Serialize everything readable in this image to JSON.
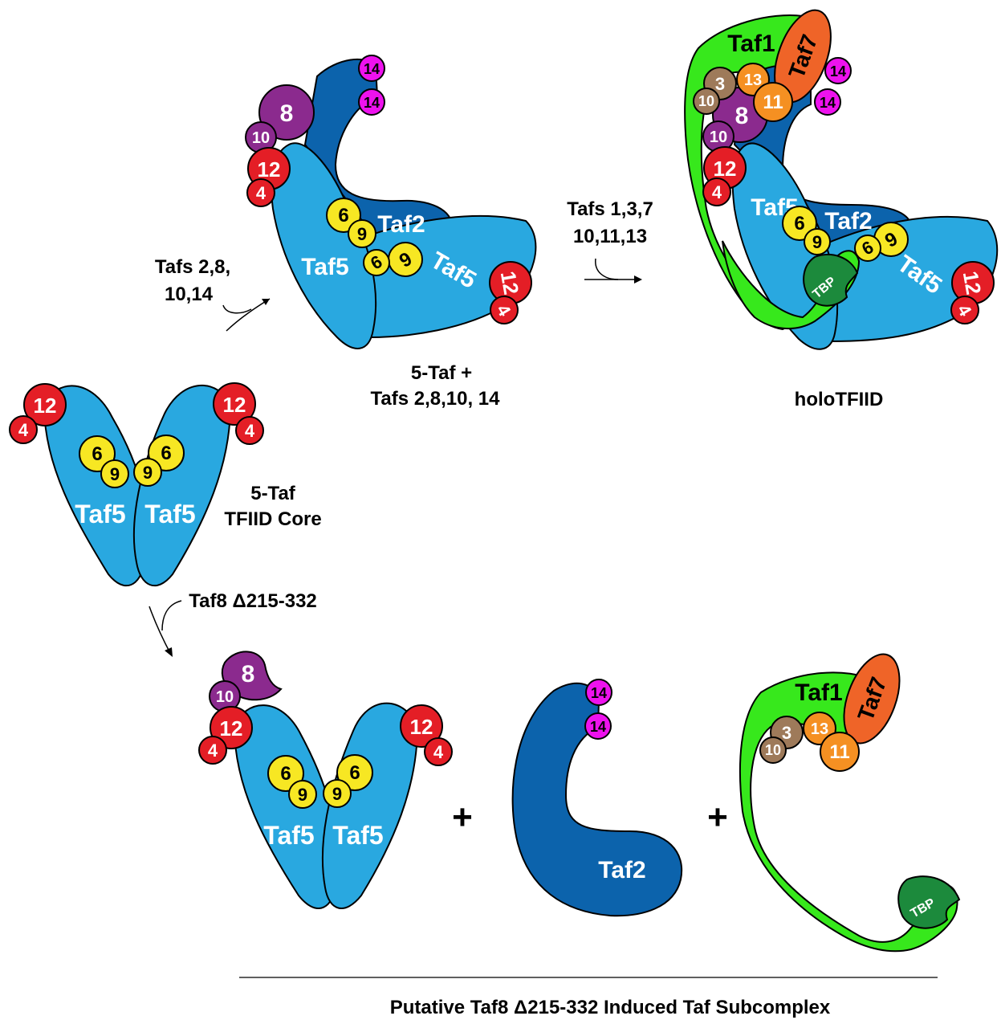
{
  "colors": {
    "taf5": "#29A8E0",
    "taf2": "#0C63AC",
    "taf6_taf9": "#F7E723",
    "taf12_taf4": "#E41E26",
    "taf8_taf10": "#8B2A8E",
    "taf14": "#EE12EE",
    "taf1_tbp_light": "#37E81C",
    "tbp_dark": "#1C8A3C",
    "taf7": "#EF6428",
    "taf13_taf11": "#F59022",
    "taf10_3": "#9E7A5A"
  },
  "labels": {
    "taf5": "Taf5",
    "taf2": "Taf2",
    "taf1": "Taf1",
    "taf7": "Taf7",
    "tbp": "TBP",
    "n6": "6",
    "n9": "9",
    "n12": "12",
    "n4": "4",
    "n8": "8",
    "n10": "10",
    "n14": "14",
    "n3": "3",
    "n13": "13",
    "n11": "11"
  },
  "captions": {
    "arrow1": [
      "Tafs 2,8,",
      "10,14"
    ],
    "arrow2": [
      "Tafs 1,3,7",
      "10,11,13"
    ],
    "arrow3": "Taf8 Δ215-332",
    "intermediate": [
      "5-Taf +",
      "Tafs 2,8,10, 14"
    ],
    "holo": "holoTFIID",
    "core": [
      "5-Taf",
      "TFIID Core"
    ],
    "plus": "+",
    "bottom": "Putative Taf8 Δ215-332 Induced Taf Subcomplex"
  }
}
